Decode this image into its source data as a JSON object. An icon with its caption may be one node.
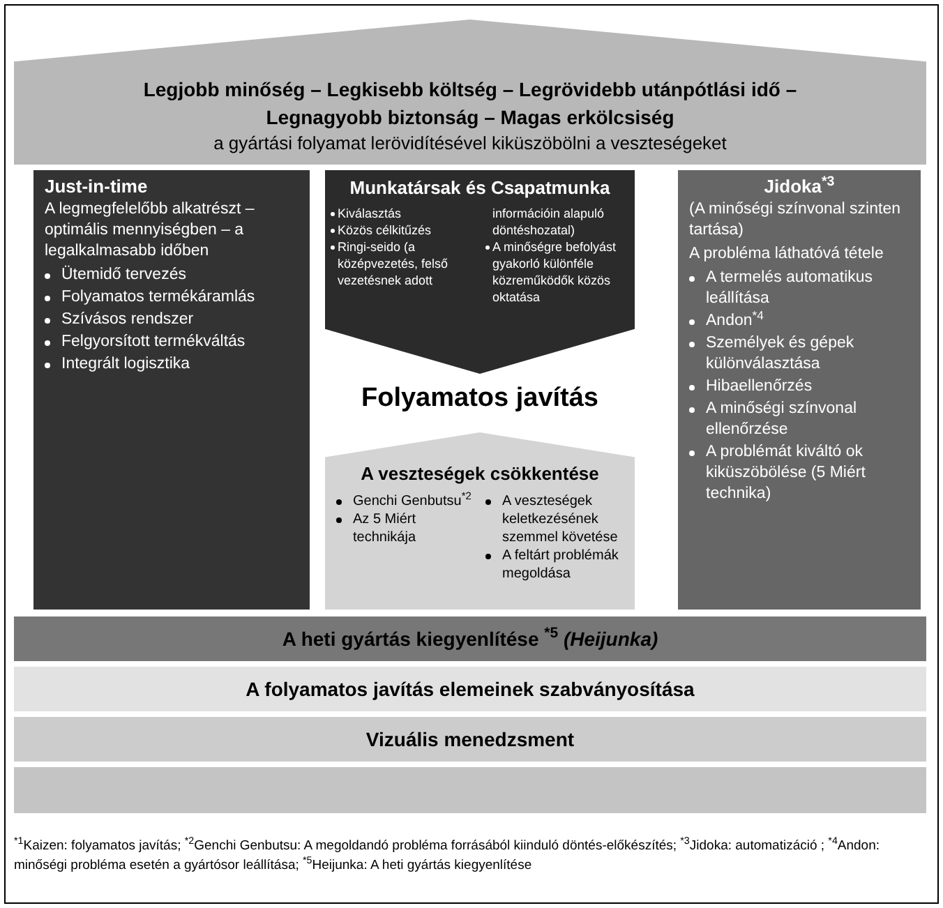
{
  "diagram": {
    "nodes": [
      {
        "text": [
          "Legjobb minőség – Legkisebb költség – Legrövidebb utánpótlási idő – Legnagyobb biztonság – Magas erkölcsiség",
          "a gyártási folyamat lerövidítésével kiküszöbölni a veszteségeket"
        ]
      },
      {
        "text": [
          "Just-in-time",
          "A legmegfelelőbb alkatrészt – optimális mennyiségben – a legalkalmasabb időben",
          "Ütemidő tervezés",
          "Folyamatos termékáramlás",
          "Szívásos rendszer",
          "Felgyorsított termékváltás",
          "Integrált logisztika"
        ]
      },
      {
        "text": [
          "Munkatársak és Csapatmunka",
          "Kiválasztás",
          "Közös célkitűzés",
          "Ringi-seido (a középvezetés, felső vezetésnek adott információin alapuló döntéshozatal)",
          "A minőségre befolyást gyakorló különféle közreműködők közös oktatása"
        ]
      },
      {
        "text": [
          "A veszteségek csökkentése",
          "Genchi Genbutsu$^{*2}$",
          "Az 5 Miért technikája",
          "A veszteségek keletkezésének szemmel követése",
          "A feltárt problémák megoldása"
        ]
      },
      {
        "text": [
          "Jidoka$^{*3}$",
          "(A minőségi színvonal szinten tartása)",
          "A probléma láthatóvá tétele",
          "A termelés automatikus leállítása",
          "Andon$^{*4}$",
          "Személyek és gépek különválasztása",
          "Hibaellenőrzés",
          "A minőségi színvonal ellenőrzése",
          "A problémát kiváltó ok kiküszöbölése (5 Miért technika)"
        ]
      },
      {
        "text": [
          "A heti gyártás kiegyenlítése $^{*5}$ *(Heijunka)*"
        ]
      },
      {
        "text": [
          "A folyamatos javítás elemeinek szabványosítása"
        ]
      },
      {
        "text": [
          "Vizuális menedzsment"
        ]
      },
      {
        "text": [],
        "shape": "bar"
      }
    ],
    "labels": [
      "Folyamatos javítás",
      "$^{*1}$Kaizen: folyamatos javítás; $^{*2}$Genchi Genbutsu: A megoldandó probléma forrásából kiinduló döntés-előkészítés; $^{*3}$Jidoka: automatizáció ; $^{*4}$Andon: minőségi probléma esetén a gyártósor leállítása; $^{*5}$Heijunka: A heti gyártás kiegyenlítése"
    ]
  }
}
